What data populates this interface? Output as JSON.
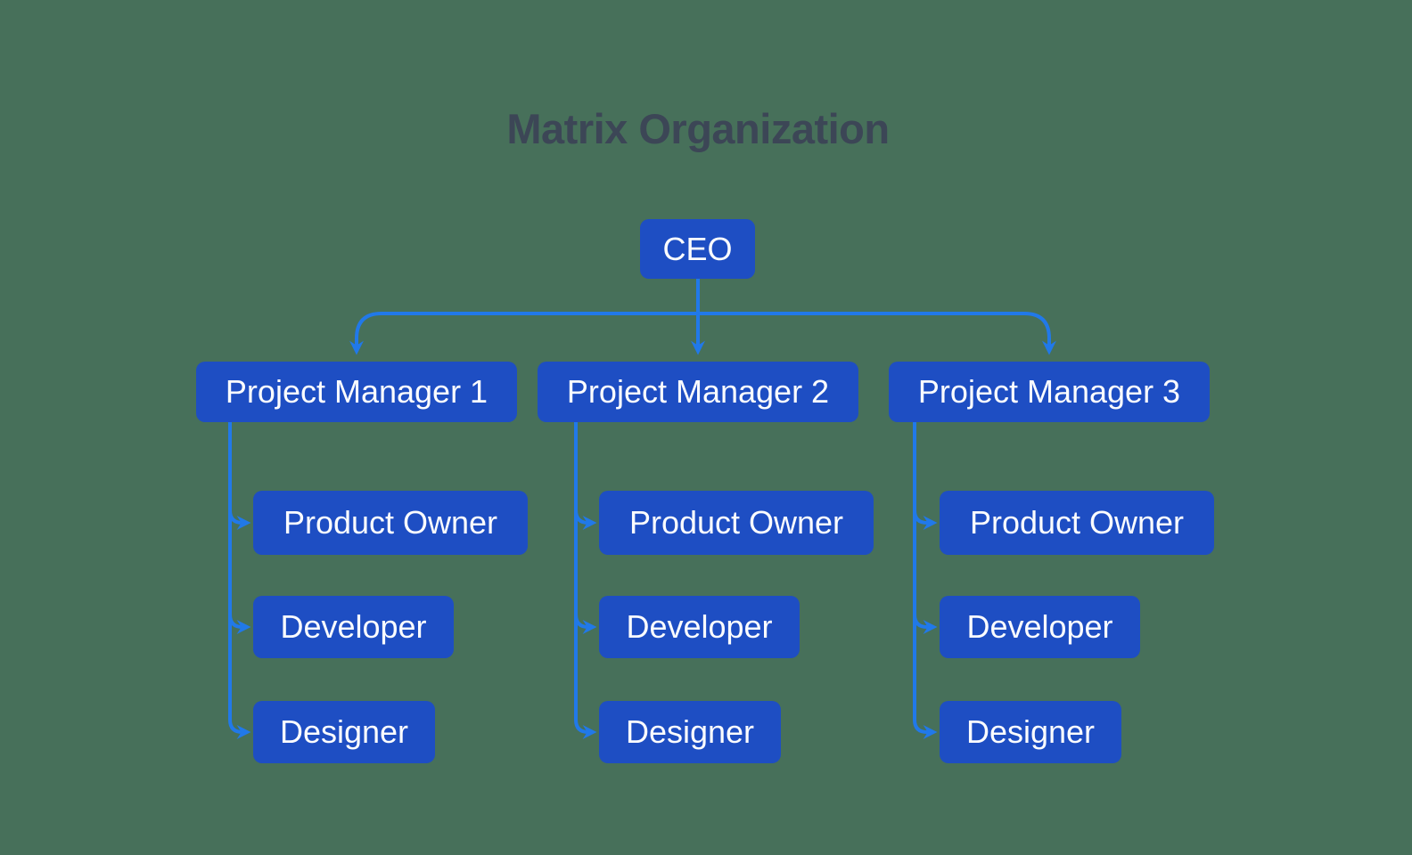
{
  "title": "Matrix Organization",
  "colors": {
    "background": "#47705a",
    "node_fill": "#1e4ec3",
    "node_text": "#fbfcfe",
    "connector": "#2179e9",
    "title_text": "#3c4656"
  },
  "nodes": {
    "ceo": {
      "label": "CEO"
    }
  },
  "groups": [
    {
      "manager": {
        "label": "Project Manager 1"
      },
      "children": [
        {
          "label": "Product Owner"
        },
        {
          "label": "Developer"
        },
        {
          "label": "Designer"
        }
      ]
    },
    {
      "manager": {
        "label": "Project Manager 2"
      },
      "children": [
        {
          "label": "Product Owner"
        },
        {
          "label": "Developer"
        },
        {
          "label": "Designer"
        }
      ]
    },
    {
      "manager": {
        "label": "Project Manager 3"
      },
      "children": [
        {
          "label": "Product Owner"
        },
        {
          "label": "Developer"
        },
        {
          "label": "Designer"
        }
      ]
    }
  ]
}
